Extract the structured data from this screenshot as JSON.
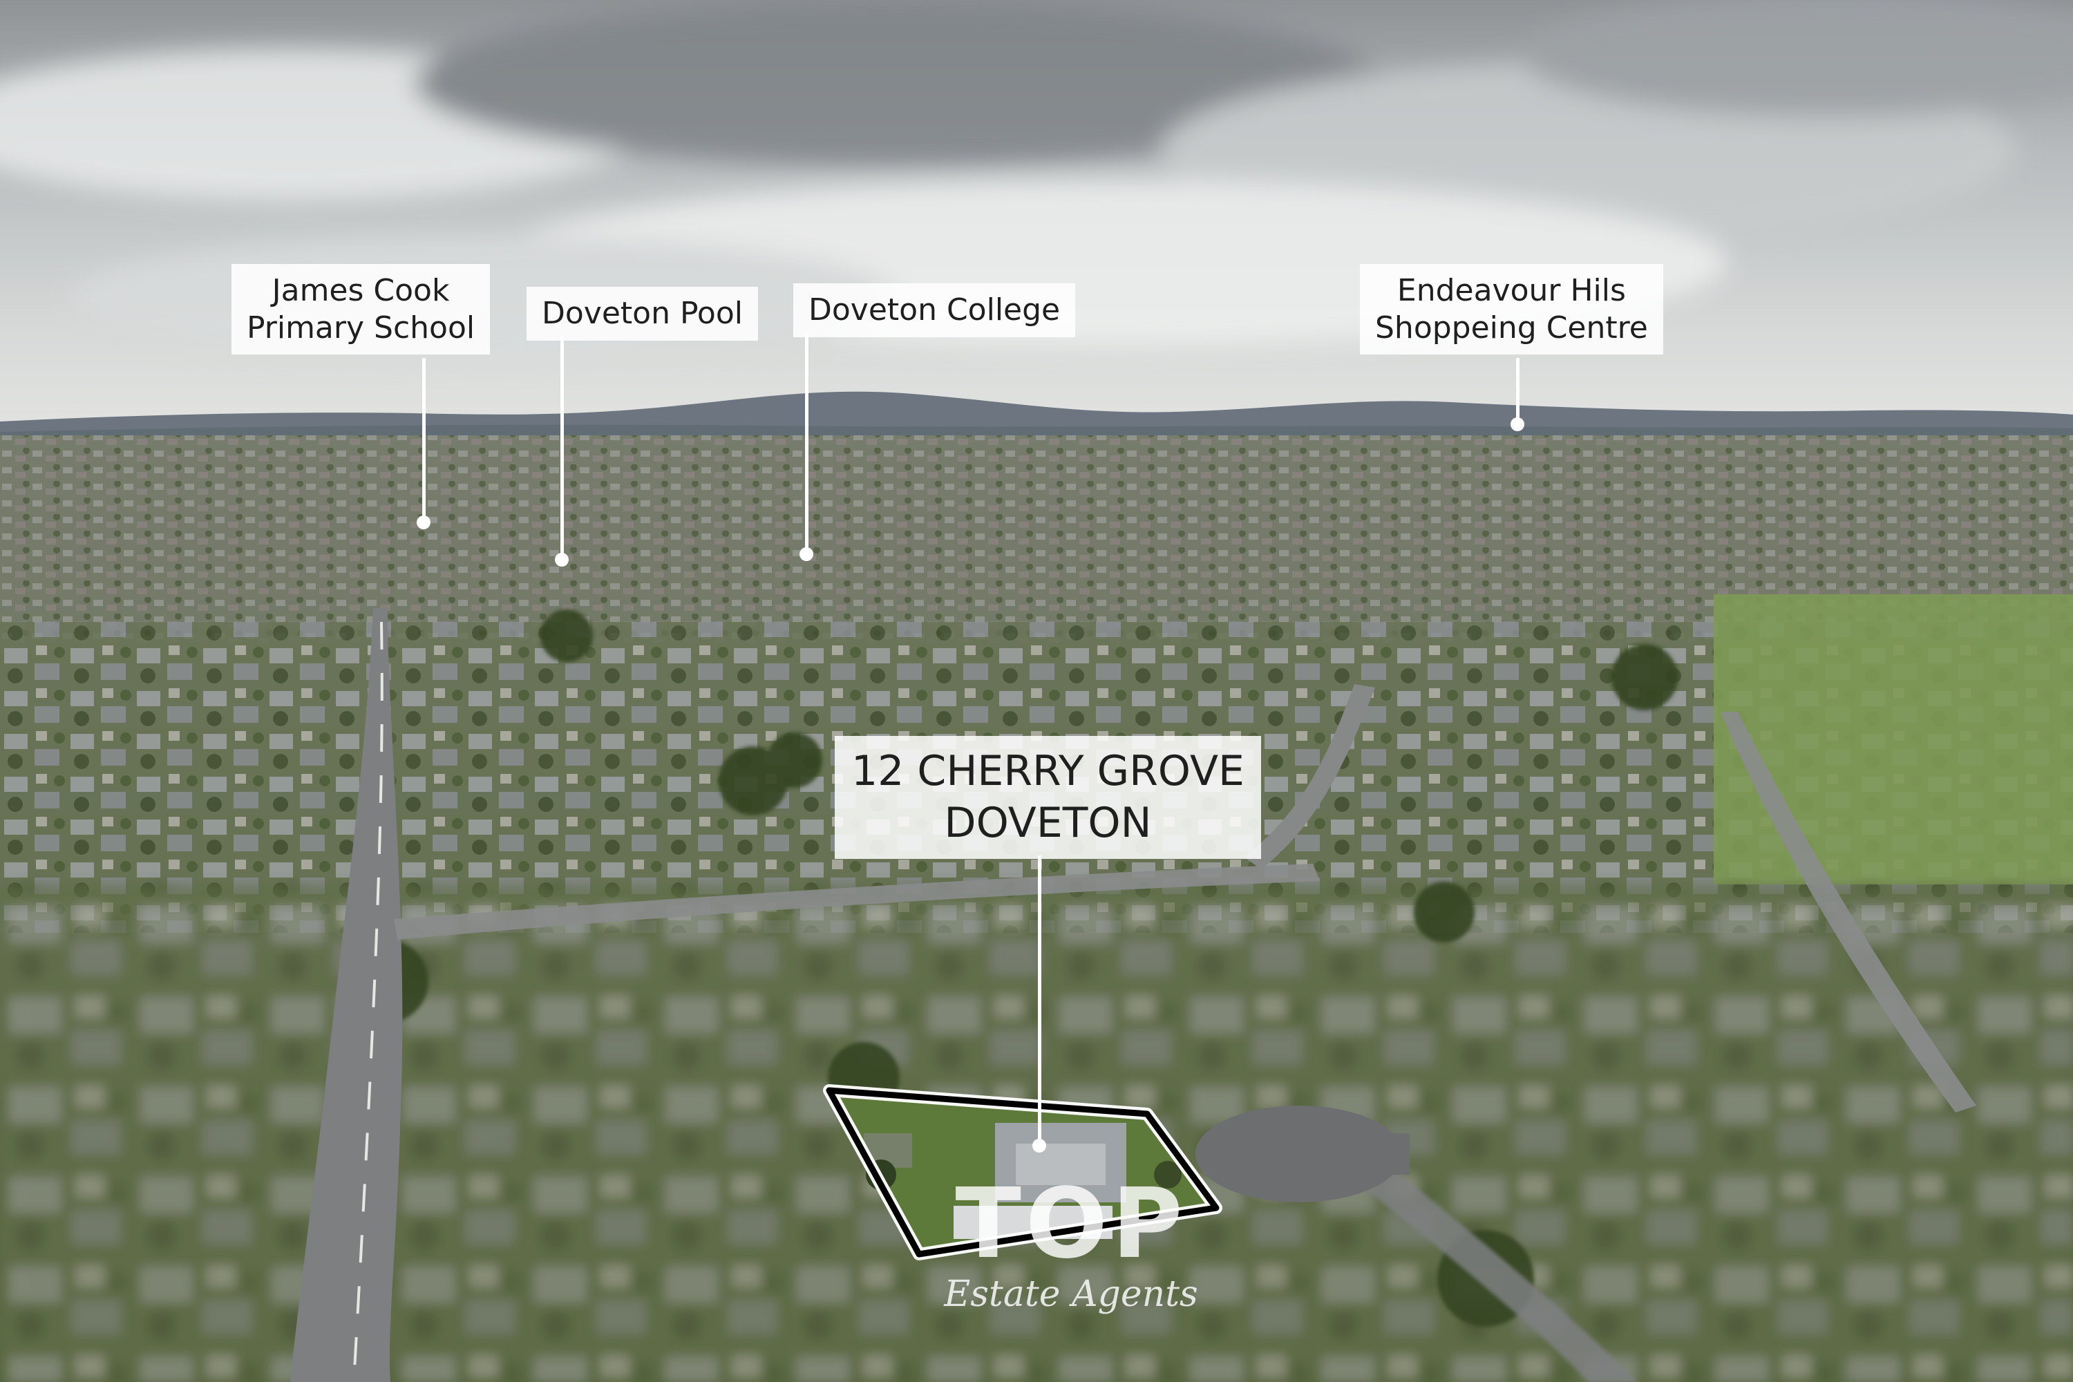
{
  "callouts": {
    "school": {
      "line1": "James Cook",
      "line2": "Primary School"
    },
    "pool": {
      "text": "Doveton Pool"
    },
    "college": {
      "text": "Doveton College"
    },
    "shopping": {
      "line1": "Endeavour Hils",
      "line2": "Shoppeing Centre"
    }
  },
  "property": {
    "line1": "12 CHERRY GROVE",
    "line2": "DOVETON"
  },
  "watermark": {
    "brand": "TOP",
    "subtitle": "Estate Agents"
  },
  "colors": {
    "label_background": "#ffffff",
    "label_text": "#1f1f1f",
    "leader_line": "#ffffff",
    "boundary_outline": "#000000",
    "boundary_halo": "#ffffff"
  }
}
